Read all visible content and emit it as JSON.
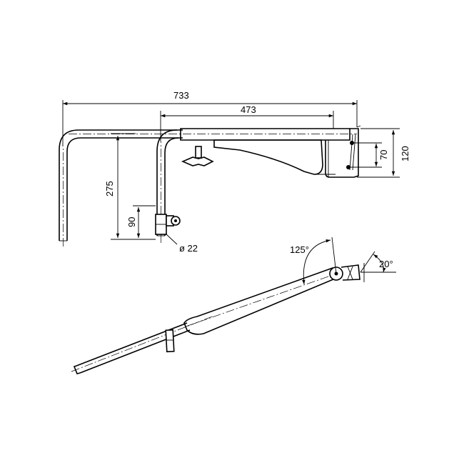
{
  "dimensions": {
    "overall_length": "733",
    "arm_length": "473",
    "bracket_height": "120",
    "hole_spacing": "70",
    "drop_height": "275",
    "clamp_height": "90",
    "diameter": "ø 22",
    "sweep_angle": "125°",
    "tilt_angle": "20°"
  }
}
